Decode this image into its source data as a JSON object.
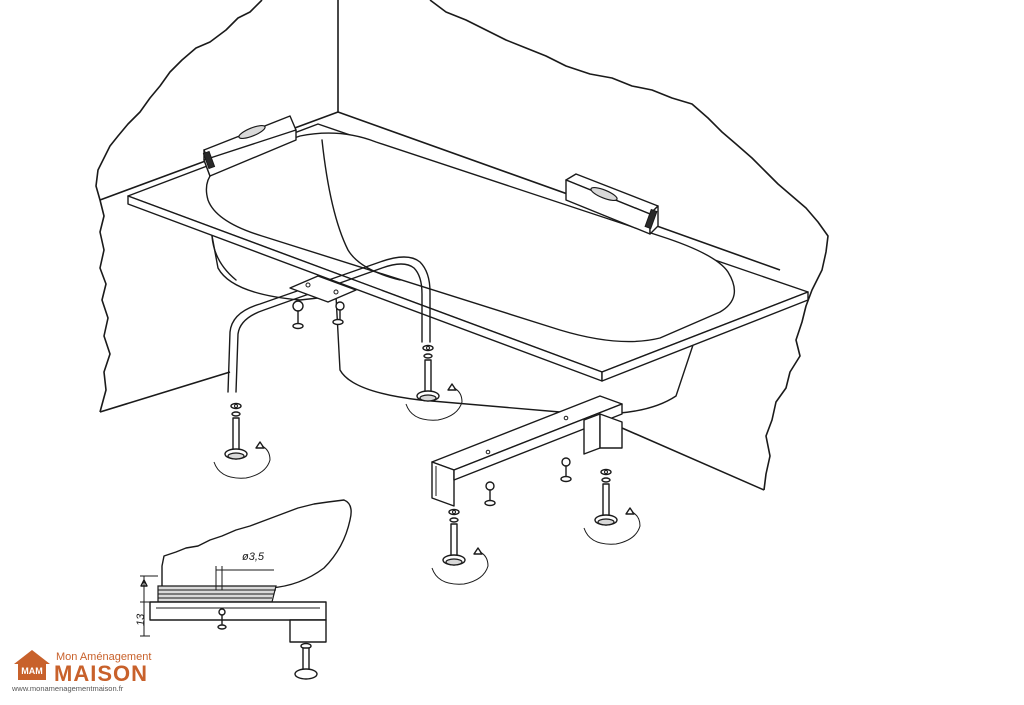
{
  "diagram": {
    "diameter_label": "ø3,5",
    "height_label": "13"
  },
  "brand": {
    "name_small": "Mon Aménagement",
    "name_big": "MAISON",
    "url": "www.monamenagementmaison.fr",
    "monogram": "MAM",
    "color": "#c8612b"
  },
  "colors": {
    "ink": "#1a1a1a",
    "accent": "#c8612b"
  }
}
